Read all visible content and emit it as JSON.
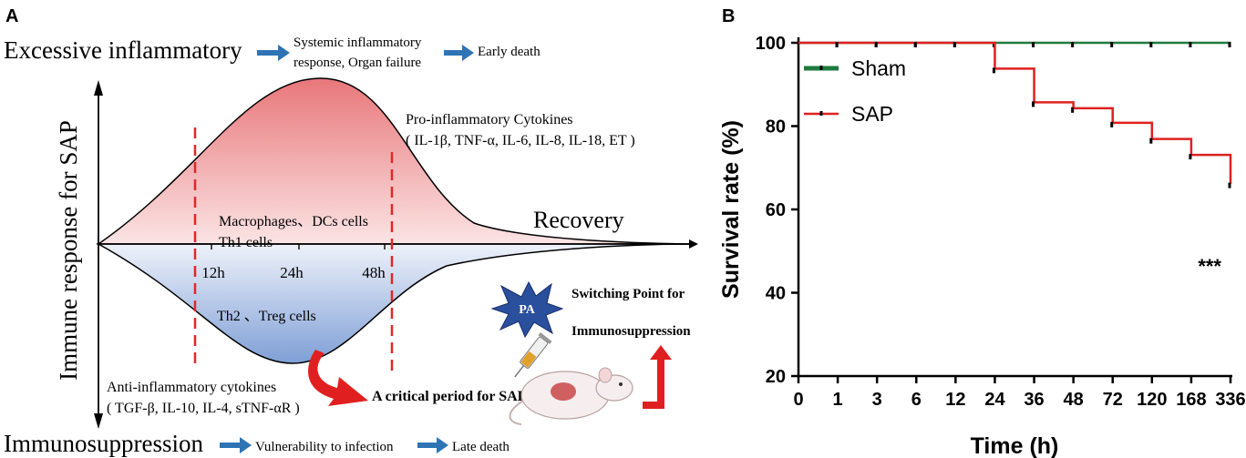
{
  "panel_a": {
    "label": "A",
    "top_flow": {
      "start": "Excessive inflammatory",
      "middle_line1": "Systemic inflammatory",
      "middle_line2": "response, Organ failure",
      "end": "Early death"
    },
    "bottom_flow": {
      "start": "Immunosuppression",
      "middle": "Vulnerability to infection",
      "end": "Late death"
    },
    "y_axis_label": "Immune response for SAP",
    "pro_title": "Pro-inflammatory Cytokines",
    "pro_list": "( IL-1β, TNF-α, IL-6, IL-8, IL-18, ET )",
    "upper_cells_line1": "Macrophages、DCs cells",
    "upper_cells_line2": "Th1 cells",
    "recovery": "Recovery",
    "time_labels": [
      "12h",
      "24h",
      "48h"
    ],
    "lower_cells": "Th2 、Treg cells",
    "anti_title": "Anti-inflammatory cytokines",
    "anti_list": "( TGF-β, IL-10, IL-4, sTNF-αR )",
    "critical": "A critical period for SAP",
    "pa_label": "PA",
    "switch_line1": "Switching Point for",
    "switch_line2": "Immunosuppression",
    "colors": {
      "upper_fill": "#e8777a",
      "lower_fill": "#7f9fd6",
      "dashed": "#e02828",
      "flow_arrow": "#2e74b5",
      "red_arrow": "#e02020",
      "star": "#2a4f9c"
    }
  },
  "panel_b": {
    "label": "B",
    "chart_data": {
      "type": "line",
      "xlabel": "Time (h)",
      "ylabel": "Survival rate (%)",
      "categories": [
        "0",
        "1",
        "3",
        "6",
        "12",
        "24",
        "36",
        "48",
        "72",
        "120",
        "168",
        "336"
      ],
      "ylim": [
        20,
        100
      ],
      "yticks": [
        20,
        40,
        60,
        80,
        100
      ],
      "legend_position": "top-left",
      "annotation": "***",
      "series": [
        {
          "name": "Sham",
          "color": "#1e7b3e",
          "values": [
            100,
            100,
            100,
            100,
            100,
            100,
            100,
            100,
            100,
            100,
            100,
            100
          ]
        },
        {
          "name": "SAP",
          "color": "#e02020",
          "values": [
            100,
            100,
            100,
            100,
            100,
            93.8,
            85.7,
            84.3,
            80.8,
            76.9,
            73.1,
            66.2
          ]
        }
      ]
    }
  }
}
